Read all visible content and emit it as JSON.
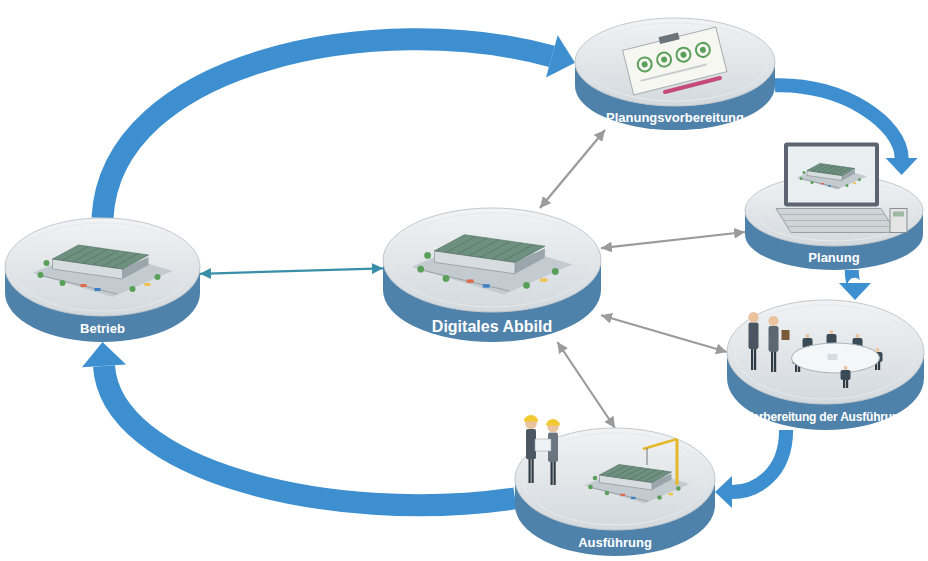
{
  "diagram": {
    "nodes": [
      {
        "text": [
          "Planungsvorbereitung"
        ]
      },
      {
        "text": [
          "Planung"
        ]
      },
      {
        "text": [
          "Betrieb"
        ]
      },
      {
        "text": [
          "Digitales Abbild"
        ]
      },
      {
        "text": [
          "Vorbereitung der Ausführung"
        ]
      },
      {
        "text": [
          "Ausführung"
        ]
      }
    ],
    "edges": [
      {
        "from": 2,
        "to": 0,
        "arrow": "to"
      },
      {
        "from": 0,
        "to": 1,
        "arrow": "to"
      },
      {
        "from": 1,
        "to": 4,
        "arrow": "to"
      },
      {
        "from": 4,
        "to": 5,
        "arrow": "to"
      },
      {
        "from": 5,
        "to": 2,
        "arrow": "to"
      },
      {
        "from": 3,
        "to": 0,
        "arrow": "both"
      },
      {
        "from": 3,
        "to": 1,
        "arrow": "both"
      },
      {
        "from": 3,
        "to": 4,
        "arrow": "both"
      },
      {
        "from": 3,
        "to": 5,
        "arrow": "both"
      },
      {
        "from": 2,
        "to": 3,
        "arrow": "both"
      }
    ]
  }
}
